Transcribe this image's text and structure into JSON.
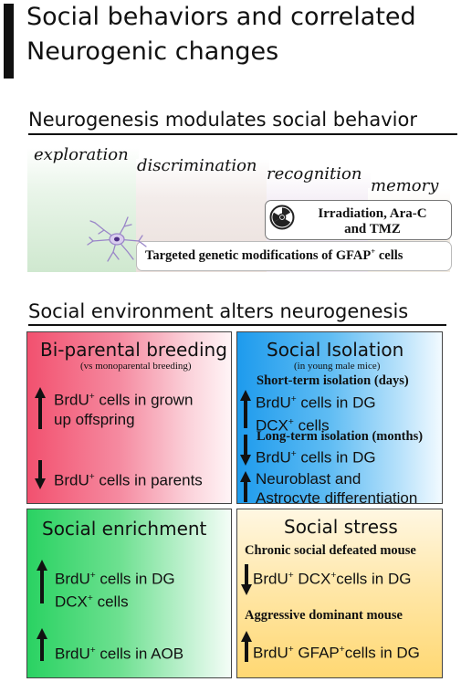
{
  "title": {
    "line1": "Social behaviors and correlated",
    "line2": "Neurogenic changes"
  },
  "section1": {
    "heading": "Neurogenesis modulates social behavior",
    "stages": [
      "exploration",
      "discrimination",
      "recognition",
      "memory"
    ],
    "inhibition_box": {
      "line1": "Irradiation, Ara-C",
      "line2": "and TMZ",
      "icon": "radiation-icon"
    },
    "genetic_box": {
      "text_before": "Targeted genetic modifications of  GFAP",
      "sup": "+",
      "text_after": " cells"
    },
    "neuron_icon": "neuron-icon"
  },
  "section2": {
    "heading": "Social environment alters neurogenesis",
    "biparental": {
      "title": "Bi-parental breeding",
      "subtitle": "(vs monoparental breeding)",
      "color": "#f2516f",
      "up_line1_a": "BrdU",
      "up_line1_sup": "+",
      "up_line1_b": " cells in grown",
      "up_line2": "up offspring",
      "down_a": "BrdU",
      "down_sup": "+",
      "down_b": " cells in parents"
    },
    "isolation": {
      "title": "Social Isolation",
      "subtitle": "(in young male mice)",
      "color": "#1e9bed",
      "short_head": "Short-term isolation (days)",
      "short_line1_a": "BrdU",
      "short_line1_sup": "+",
      "short_line1_b": " cells in DG",
      "short_line2_a": "DCX",
      "short_line2_sup": "+",
      "short_line2_b": " cells",
      "long_head": "Long-term isolation (months)",
      "long_line_a": "BrdU",
      "long_line_sup": "+",
      "long_line_b": " cells in DG",
      "diff_line1": "Neuroblast and",
      "diff_line2": "Astrocyte differentiation"
    },
    "enrichment": {
      "title": "Social enrichment",
      "color": "#2ad262",
      "line1_a": "BrdU",
      "line1_sup": "+",
      "line1_b": " cells in DG",
      "line2_a": "DCX",
      "line2_sup": "+",
      "line2_b": " cells",
      "line3_a": "BrdU",
      "line3_sup": "+",
      "line3_b": " cells in AOB"
    },
    "stress": {
      "title": "Social stress",
      "color": "#ffd873",
      "head1": "Chronic social defeated mouse",
      "line1_a": "BrdU",
      "line1_sup": "+",
      "line1_b": " DCX",
      "line1_sup2": "+",
      "line1_c": "cells in DG",
      "head2": "Aggressive dominant mouse",
      "line2_a": "BrdU",
      "line2_sup": "+",
      "line2_b": " GFAP",
      "line2_sup2": "+",
      "line2_c": "cells in DG"
    }
  }
}
